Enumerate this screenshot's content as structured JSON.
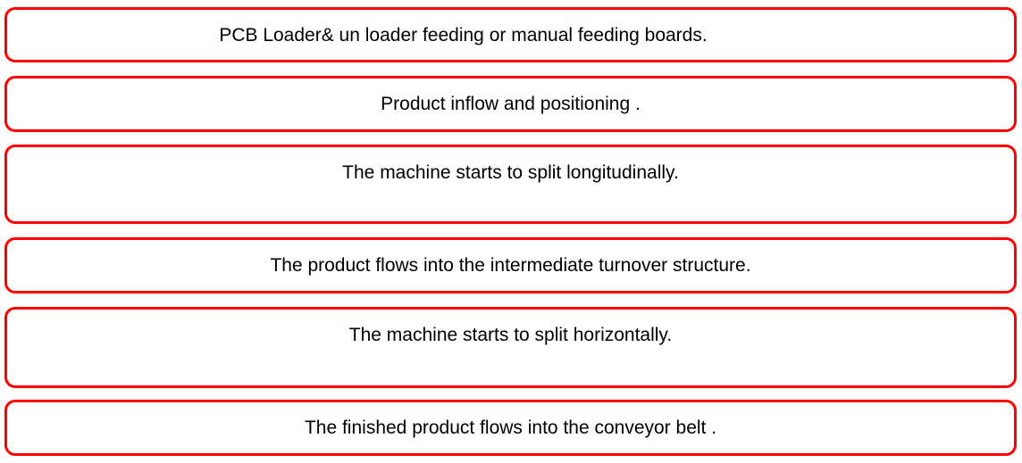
{
  "diagram": {
    "type": "process-flow",
    "steps": [
      {
        "text": "PCB Loader& un loader feeding or manual feeding boards."
      },
      {
        "text": "Product inflow and positioning ."
      },
      {
        "text": "The machine starts to split longitudinally."
      },
      {
        "text": "The product flows into the intermediate turnover structure."
      },
      {
        "text": "The machine starts to split horizontally."
      },
      {
        "text": "The finished product flows into the conveyor belt ."
      }
    ],
    "colors": {
      "box_border": "#fe0000",
      "box_fill": "#ffffff",
      "text": "#000000",
      "background": "#ffffff"
    }
  }
}
